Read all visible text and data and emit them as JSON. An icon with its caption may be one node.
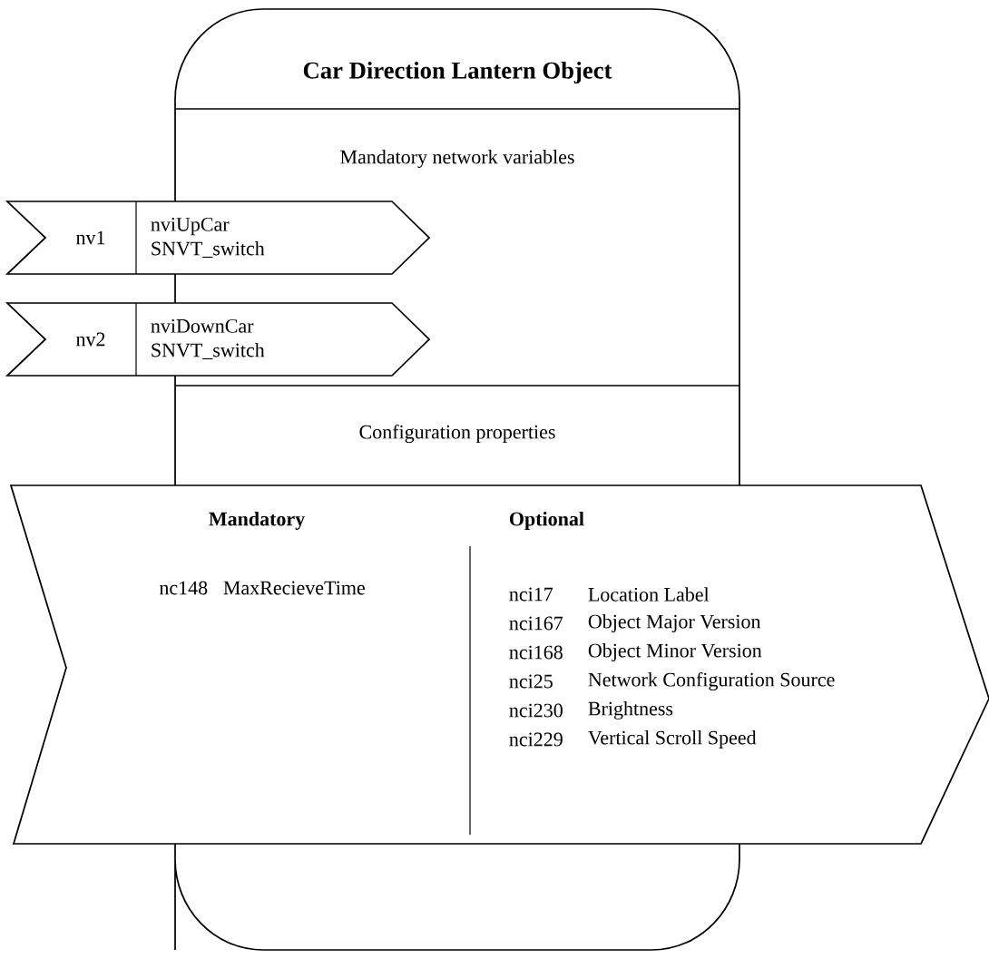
{
  "diagram": {
    "nodes": [
      {
        "text": [
          "Car Direction Lantern Object",
          "Mandatory network variables",
          "Configuration properties"
        ]
      },
      {
        "text": [
          "nv1",
          "nviUpCar SNVT_switch"
        ]
      },
      {
        "text": [
          "nv2",
          "nviDownCar SNVT_switch"
        ]
      },
      {
        "text": [
          "Mandatory",
          "nc148",
          "MaxRecieveTime",
          "Optional",
          "nci17",
          "Location Label",
          "nci167",
          "Object Major Version",
          "nci168",
          "Object Minor Version",
          "nci25",
          "Network Configuration Source",
          "nci230",
          "Brightness",
          "nci229",
          "Vertical Scroll Speed"
        ]
      }
    ]
  }
}
